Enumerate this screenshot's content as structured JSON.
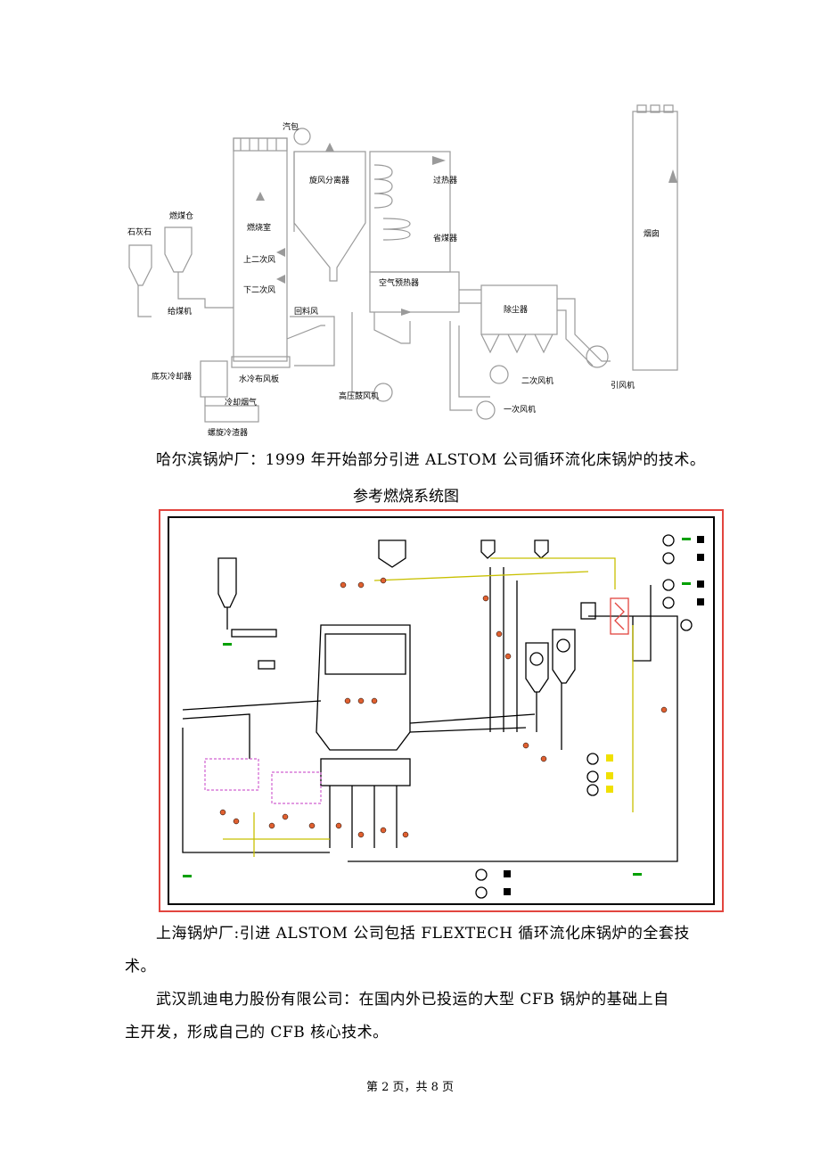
{
  "diagram1": {
    "labels": {
      "drum": "汽包",
      "cyclone": "旋风分离器",
      "superheater": "过热器",
      "limestone": "石灰石",
      "coal_bin": "燃煤仓",
      "furnace": "燃烧室",
      "economizer": "省煤器",
      "chimney": "烟囱",
      "upper_secondary_air": "上二次风",
      "lower_secondary_air": "下二次风",
      "air_preheater": "空气预热器",
      "dust_collector": "除尘器",
      "coal_feeder": "给煤机",
      "return_air": "回料风",
      "ash_cooler": "底灰冷却器",
      "water_cooled_plate": "水冷布风板",
      "secondary_fan": "二次风机",
      "id_fan": "引风机",
      "hp_blower": "高压鼓风机",
      "cooling_flue_gas": "冷却烟气",
      "primary_fan": "一次风机",
      "screw_cooler": "螺旋冷渣器"
    }
  },
  "paragraphs": {
    "p1": "哈尔滨锅炉厂：1999 年开始部分引进 ALSTOM 公司循环流化床锅炉的技术。",
    "caption": "参考燃烧系统图",
    "p2_line1": "上海锅炉厂:引进 ALSTOM 公司包括 FLEXTECH 循环流化床锅炉的全套技",
    "p2_line2": "术。",
    "p3_line1": "武汉凯迪电力股份有限公司：在国内外已投运的大型 CFB 锅炉的基础上自",
    "p3_line2": "主开发，形成自己的 CFB 核心技术。"
  },
  "footer": "第 2 页，共 8 页",
  "colors": {
    "frame_red": "#e2453f",
    "line_gray": "#9a9a9a",
    "accent_yellow": "#c8c000",
    "accent_green": "#00a000"
  }
}
